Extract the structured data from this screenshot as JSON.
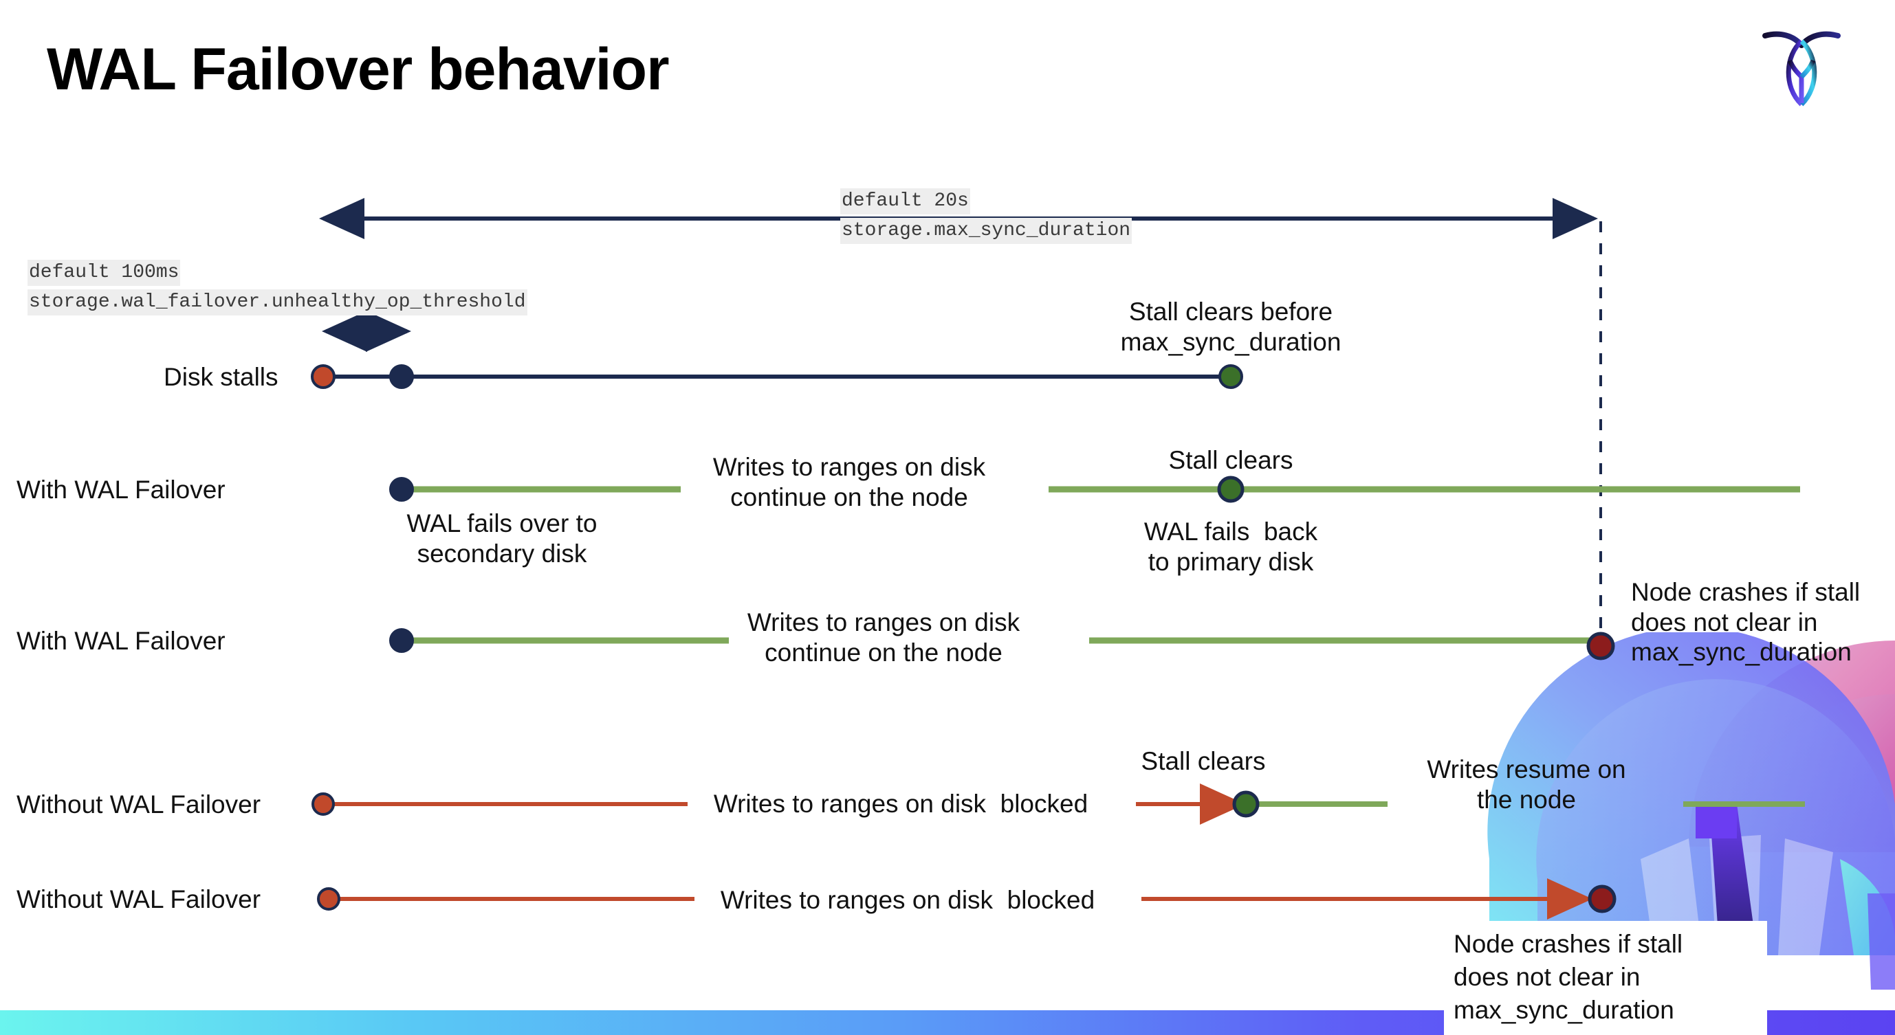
{
  "slide": {
    "title": "WAL Failover behavior",
    "logo_name": "cockroachdb-logo",
    "accent_colors": {
      "navy": "#1c2a4e",
      "red_marker": "#c1492b",
      "green_marker": "#3b7029",
      "green_line": "#7fa85a",
      "red_line": "#c14a2c",
      "chip_bg": "#eeeeee",
      "bar_gradient_start": "#6bf4ee",
      "bar_gradient_end": "#5b43f2"
    }
  },
  "settings": {
    "max_sync": {
      "default_label": "default 20s",
      "setting_name": "storage.max_sync_duration"
    },
    "unhealthy_op": {
      "default_label": "default 100ms",
      "setting_name": "storage.wal_failover.unhealthy_op_threshold"
    }
  },
  "rows": [
    {
      "id": "disk-stalls",
      "label": "Disk stalls",
      "annotations": [
        {
          "id": "stall-clears-before",
          "text": "Stall clears before\nmax_sync_duration"
        }
      ]
    },
    {
      "id": "with-wal-failover-clears",
      "label": "With WAL Failover",
      "annotations": [
        {
          "id": "wal-fails-over",
          "text": "WAL fails over to\nsecondary disk"
        },
        {
          "id": "writes-continue",
          "text": "Writes to ranges on disk\ncontinue on the node"
        },
        {
          "id": "stall-clears",
          "text": "Stall clears"
        },
        {
          "id": "wal-fails-back",
          "text": "WAL fails  back\nto primary disk"
        }
      ]
    },
    {
      "id": "with-wal-failover-crash",
      "label": "With WAL Failover",
      "annotations": [
        {
          "id": "writes-continue-2",
          "text": "Writes to ranges on disk\ncontinue on the node"
        },
        {
          "id": "node-crashes-1",
          "text": "Node crashes if stall\ndoes not clear in\nmax_sync_duration"
        }
      ]
    },
    {
      "id": "without-wal-failover-clears",
      "label": "Without WAL Failover",
      "annotations": [
        {
          "id": "writes-blocked-1",
          "text": "Writes to ranges on disk  blocked"
        },
        {
          "id": "stall-clears-2",
          "text": "Stall clears"
        },
        {
          "id": "writes-resume",
          "text": "Writes resume on\nthe node"
        }
      ]
    },
    {
      "id": "without-wal-failover-crash",
      "label": "Without WAL Failover",
      "annotations": [
        {
          "id": "writes-blocked-2",
          "text": "Writes to ranges on disk  blocked"
        },
        {
          "id": "node-crashes-2",
          "text": "Node crashes if stall\ndoes not clear in\nmax_sync_duration"
        }
      ]
    }
  ]
}
